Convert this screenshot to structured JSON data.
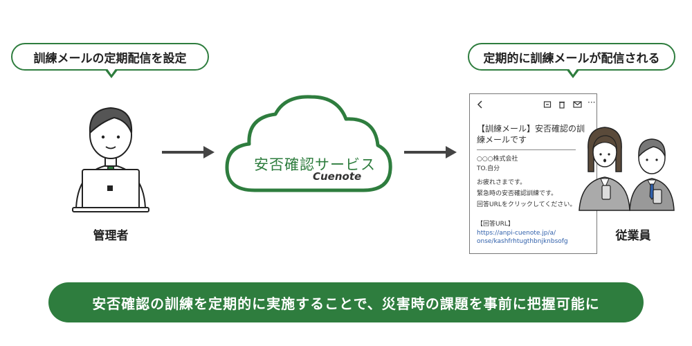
{
  "left_bubble": "訓練メールの定期配信を設定",
  "right_bubble": "定期的に訓練メールが配信される",
  "admin_label": "管理者",
  "employee_label": "従業員",
  "cloud": {
    "service_name": "安否確認サービス",
    "brand": "Cuenote"
  },
  "email": {
    "subject": "【訓練メール】安否確認の訓練メールです",
    "company": "○○○株式会社",
    "to": "TO.自分",
    "greeting": "お疲れさまです。",
    "body1": "緊急時の安否確認訓練です。",
    "body2": "回答URLをクリックしてください。",
    "url_heading": "【回答URL】",
    "url_line1": "https://anpi-cuenote.jp/a/",
    "url_line2": "onse/kashfrhtugthbnjknbsofg"
  },
  "banner": "安否確認の訓練を定期的に実施することで、災害時の課題を事前に把握可能に",
  "colors": {
    "accent": "#2e7d3e",
    "link": "#2f5faa"
  }
}
